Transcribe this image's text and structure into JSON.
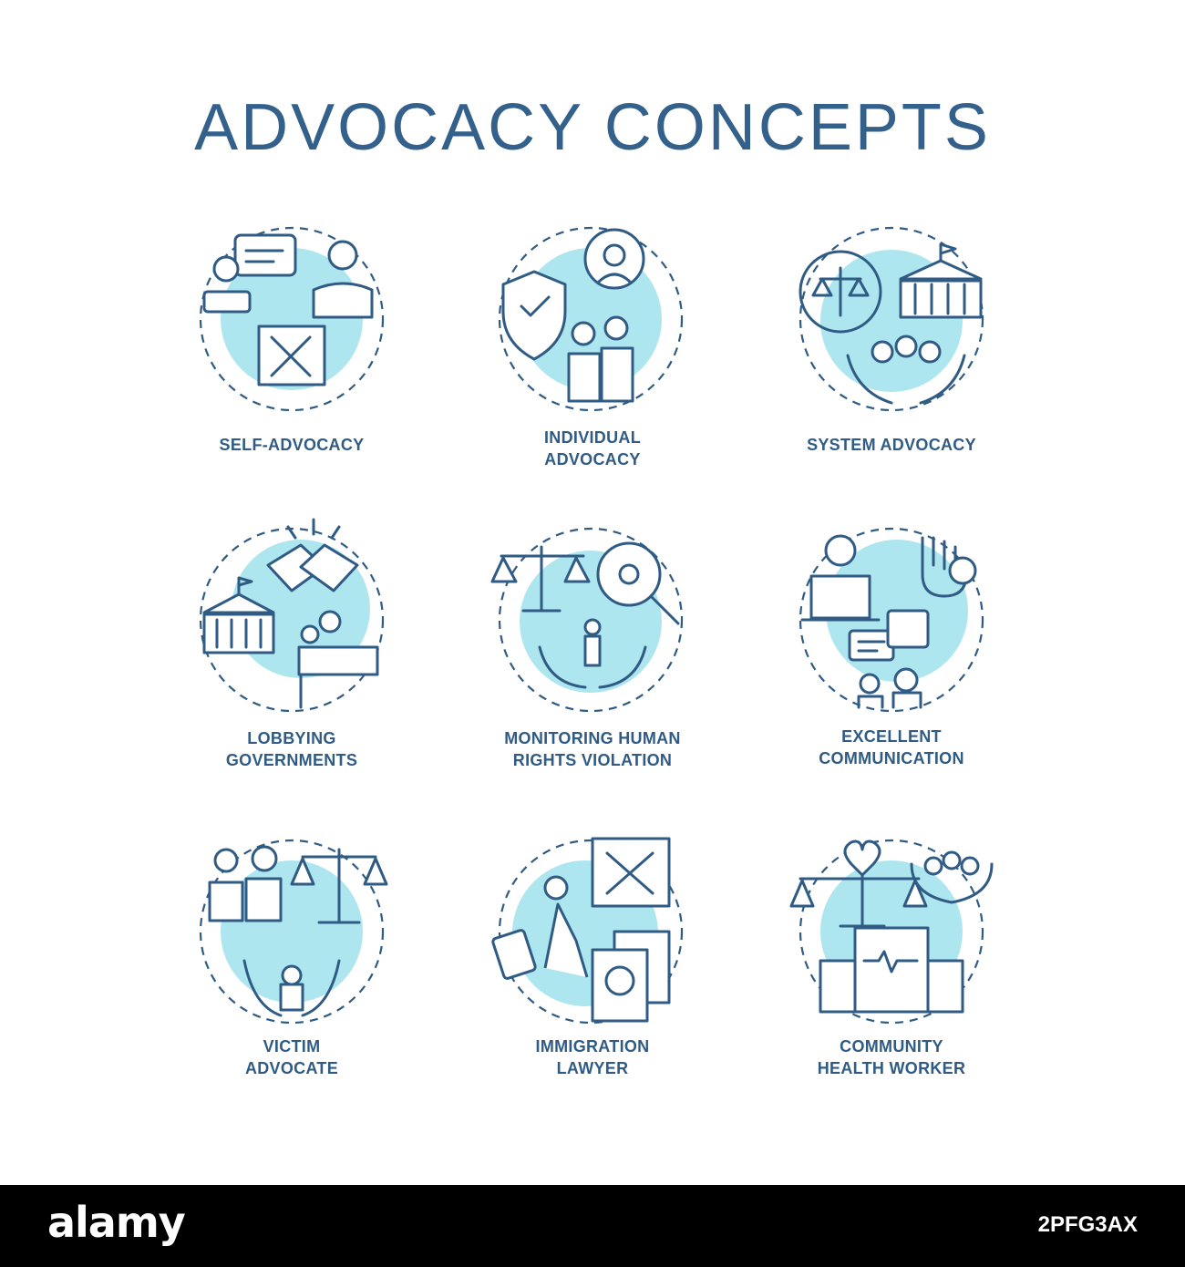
{
  "title": "ADVOCACY CONCEPTS",
  "colors": {
    "primary": "#2f5b84",
    "accent_fill": "#aee6ef",
    "background": "#ffffff",
    "footer_bg": "#000000"
  },
  "items": [
    {
      "lines": [
        "SELF-ADVOCACY"
      ],
      "icon": "self-advocacy-icon"
    },
    {
      "lines": [
        "INDIVIDUAL",
        "ADVOCACY"
      ],
      "icon": "individual-advocacy-icon"
    },
    {
      "lines": [
        "SYSTEM ADVOCACY"
      ],
      "icon": "system-advocacy-icon"
    },
    {
      "lines": [
        "LOBBYING",
        "GOVERNMENTS"
      ],
      "icon": "lobbying-governments-icon"
    },
    {
      "lines": [
        "MONITORING HUMAN",
        "RIGHTS VIOLATION"
      ],
      "icon": "monitoring-human-rights-icon"
    },
    {
      "lines": [
        "EXCELLENT",
        "COMMUNICATION"
      ],
      "icon": "excellent-communication-icon"
    },
    {
      "lines": [
        "VICTIM",
        "ADVOCATE"
      ],
      "icon": "victim-advocate-icon"
    },
    {
      "lines": [
        "IMMIGRATION",
        "LAWYER"
      ],
      "icon": "immigration-lawyer-icon"
    },
    {
      "lines": [
        "COMMUNITY",
        "HEALTH WORKER"
      ],
      "icon": "community-health-worker-icon"
    }
  ],
  "footer": {
    "brand": "alamy",
    "stock_id": "2PFG3AX"
  }
}
